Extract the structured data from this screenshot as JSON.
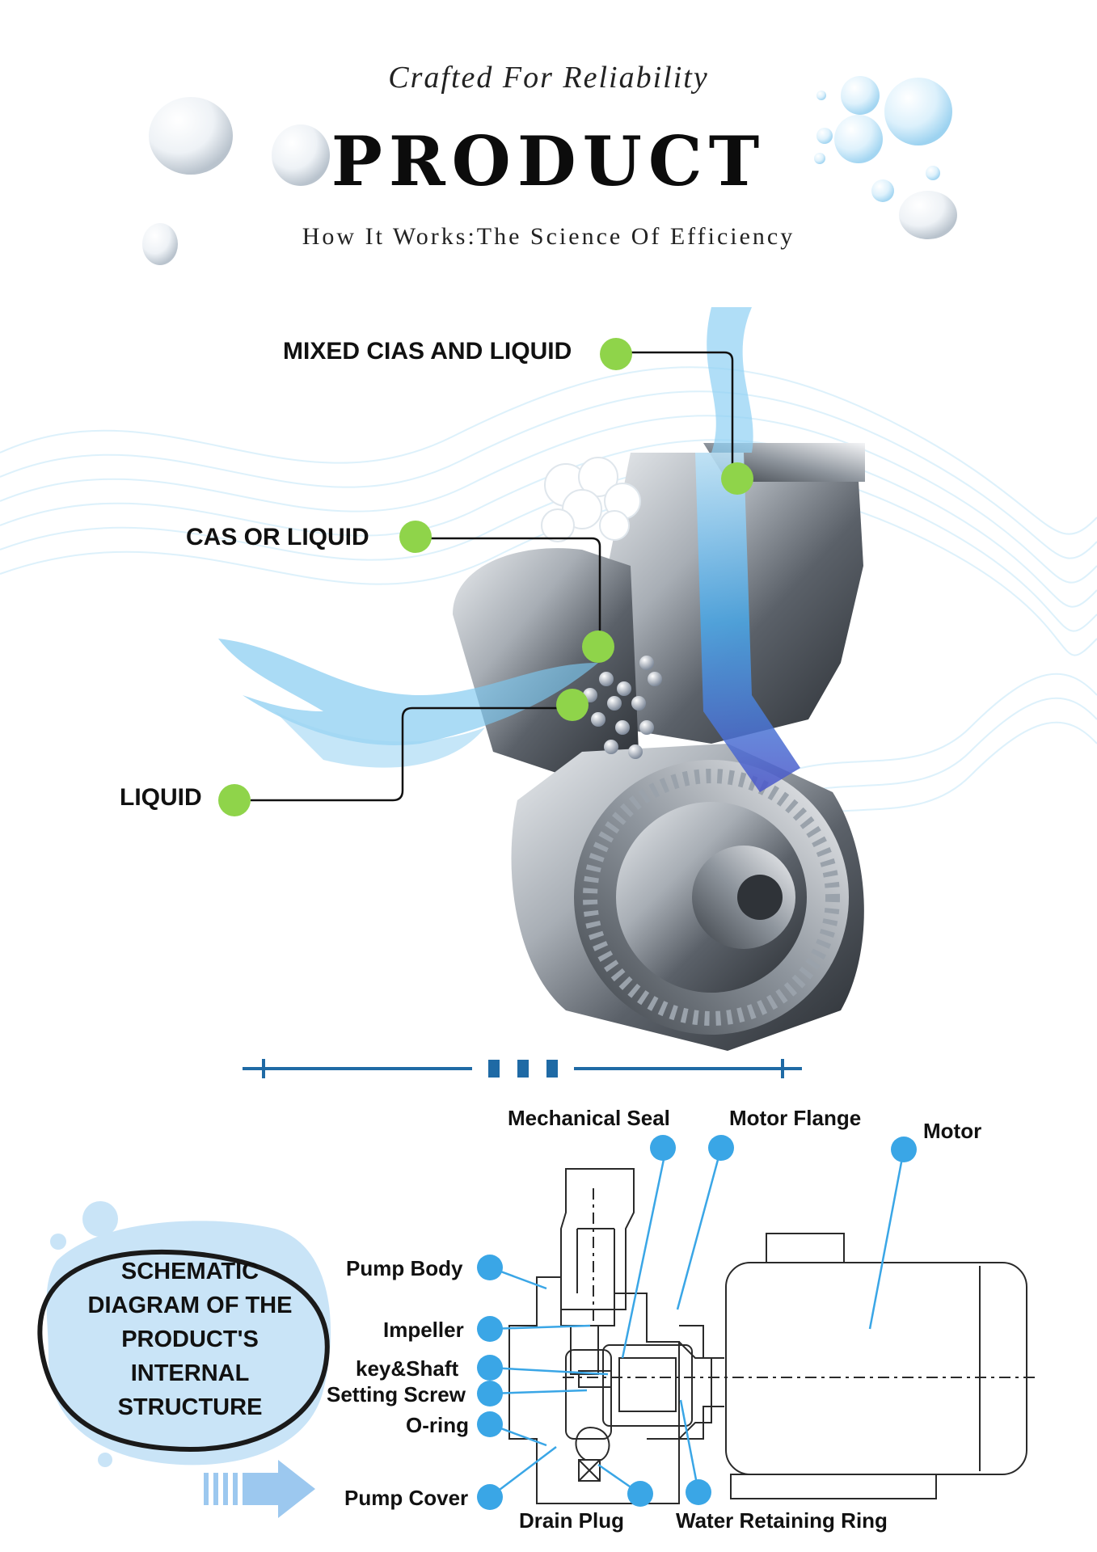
{
  "header": {
    "tagline": "Crafted For Reliability",
    "title": "PRODUCT",
    "subtitle": "How It Works:The Science Of Efficiency"
  },
  "flow_labels": {
    "mixed": "MIXED CIAS AND LIQUID",
    "gas": "CAS OR LIQUID",
    "liquid": "LIQUID"
  },
  "schematic": {
    "badge_lines": [
      "SCHEMATIC",
      "DIAGRAM OF THE",
      "PRODUCT'S",
      "INTERNAL",
      "STRUCTURE"
    ],
    "parts": {
      "mechanical_seal": "Mechanical Seal",
      "motor_flange": "Motor Flange",
      "motor": "Motor",
      "pump_body": "Pump Body",
      "impeller": "Impeller",
      "key_shaft": "key&Shaft",
      "setting_screw": "Setting Screw",
      "o_ring": "O-ring",
      "pump_cover": "Pump Cover",
      "drain_plug": "Drain Plug",
      "water_retaining_ring": "Water Retaining Ring"
    }
  },
  "colors": {
    "green_marker": "#8fd44a",
    "blue_marker": "#3aa6e6",
    "divider": "#1f6aa5",
    "badge_blob": "#c9e4f7",
    "water": "#7cc8ef"
  }
}
